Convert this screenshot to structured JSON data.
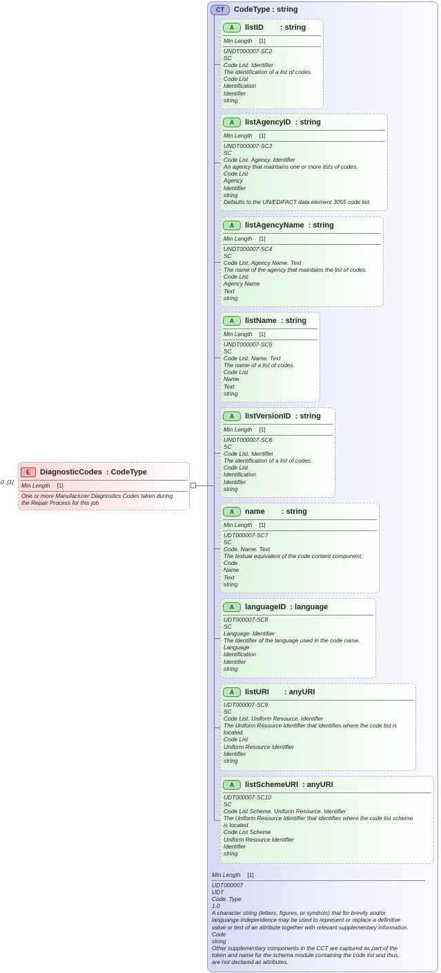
{
  "complex_type": {
    "badge": "CT",
    "title": "CodeType : string"
  },
  "element": {
    "badge": "E",
    "name": "DiagnosticCodes",
    "type": ": CodeType",
    "multiplicity": "0..[1]",
    "facet_label": "Min Length",
    "facet_value": "[1]",
    "doc": [
      "One or more Manufacturer Diagnostics Codes taken during",
      "the Repair Process for this job"
    ]
  },
  "attributes": [
    {
      "badge": "A",
      "name": "listID",
      "type": ": string",
      "facet_label": "Min Length",
      "facet_value": "[1]",
      "doc": [
        "UNDT000007-SC2",
        "SC",
        "Code List. Identifier",
        "The identification of a list of codes.",
        "Code List",
        "Identification",
        "Identifier",
        "string"
      ]
    },
    {
      "badge": "A",
      "name": "listAgencyID",
      "type": ": string",
      "facet_label": "Min Length",
      "facet_value": "[1]",
      "doc": [
        "UNDT000007-SC3",
        "SC",
        "Code List. Agency. Identifier",
        "An agency that maintains one or more lists of codes.",
        "Code List",
        "Agency",
        "Identifier",
        "string",
        "Defaults to the UN/EDIFACT data element 3055 code list."
      ]
    },
    {
      "badge": "A",
      "name": "listAgencyName",
      "type": ": string",
      "facet_label": "Min Length",
      "facet_value": "[1]",
      "doc": [
        "UNDT000007-SC4",
        "SC",
        "Code List. Agency Name. Text",
        "The name of the agency that maintains the list of codes.",
        "Code List",
        "Agency Name",
        "Text",
        "string"
      ]
    },
    {
      "badge": "A",
      "name": "listName",
      "type": ": string",
      "facet_label": "Min Length",
      "facet_value": "[1]",
      "doc": [
        "UNDT000007-SC5",
        "SC",
        "Code List. Name. Text",
        "The name of a list of codes.",
        "Code List",
        "Name",
        "Text",
        "string"
      ]
    },
    {
      "badge": "A",
      "name": "listVersionID",
      "type": ": string",
      "facet_label": "Min Length",
      "facet_value": "[1]",
      "doc": [
        "UNDT000007-SC6",
        "SC",
        "Code List. Identifier",
        "The identification of a list of codes.",
        "Code List",
        "Identification",
        "Identifier",
        "string"
      ]
    },
    {
      "badge": "A",
      "name": "name",
      "type": ": string",
      "facet_label": "Min Length",
      "facet_value": "[1]",
      "doc": [
        "UDT000007-SC7",
        "SC",
        "Code. Name. Text",
        "The textual equivalent of the code content component.",
        "Code",
        "Name",
        "Text",
        "string"
      ]
    },
    {
      "badge": "A",
      "name": "languageID",
      "type": ": language",
      "facet_label": "",
      "facet_value": "",
      "doc": [
        "UDT000007-SC8",
        "SC",
        "Language. Identifier",
        "The identifier of the language used in the code name.",
        "Language",
        "Identification",
        "Identifier",
        "string"
      ]
    },
    {
      "badge": "A",
      "name": "listURI",
      "type": ": anyURI",
      "facet_label": "",
      "facet_value": "",
      "doc": [
        "UDT000007-SC9",
        "SC",
        "Code List. Uniform Resource. Identifier",
        "The Uniform Resource Identifier that identifies where the code list is",
        "located.",
        "Code List",
        "Uniform Resource Identifier",
        "Identifier",
        "string"
      ]
    },
    {
      "badge": "A",
      "name": "listSchemeURI",
      "type": ": anyURI",
      "facet_label": "",
      "facet_value": "",
      "doc": [
        "UDT000007-SC10",
        "SC",
        "Code List Scheme. Uniform Resource. Identifier",
        "The Uniform Resource Identifier that identifies where the code list scheme",
        "is located.",
        "Code List Scheme",
        "Uniform Resource Identifier",
        "Identifier",
        "string"
      ]
    }
  ],
  "ct_facet": {
    "label": "Min Length",
    "value": "[1]"
  },
  "ct_doc": [
    "UDT000007",
    "UDT",
    "Code. Type",
    "1.0",
    "A character string (letters, figures, or symbols) that for brevity and/or",
    "languange independence may be used to represent or replace a definitive",
    "value or text of an attribute together with relevant supplementary information.",
    "Code",
    "string",
    "Other supplementary components in the CCT are captured as part of the",
    "token and name for the schema module containing the code list and thus,",
    "are not declared as attributes."
  ]
}
